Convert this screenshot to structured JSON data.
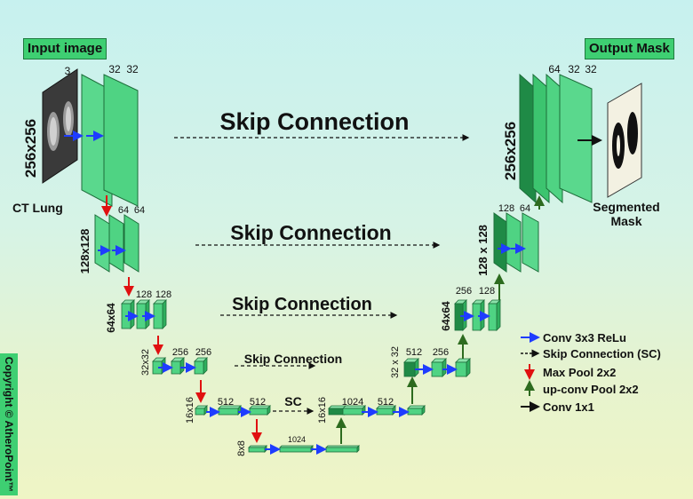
{
  "headers": {
    "input": "Input image",
    "output": "Output Mask"
  },
  "copyright": "Copyright © AtheroPoint™",
  "input_caption": "CT Lung",
  "output_caption": [
    "Segmented",
    "Mask"
  ],
  "skip_labels": [
    "Skip Connection",
    "Skip Connection",
    "Skip Connection",
    "Skip Connection",
    "SC"
  ],
  "dims": [
    "256x256",
    "128x128",
    "64x64",
    "32x32",
    "16x16",
    "8x8",
    "16x16",
    "32 x 32",
    "64x64",
    "128 x 128",
    "256x256"
  ],
  "channels": {
    "enc1": [
      "3",
      "32",
      "32"
    ],
    "enc2": [
      "64",
      "64"
    ],
    "enc3": [
      "128",
      "128"
    ],
    "enc4": [
      "256",
      "256"
    ],
    "enc5": [
      "512",
      "512"
    ],
    "bottleneck": "1024",
    "dec5": [
      "1024",
      "512"
    ],
    "dec4": [
      "512",
      "256"
    ],
    "dec3": [
      "256",
      "128"
    ],
    "dec2": [
      "128",
      "64"
    ],
    "dec1": [
      "64",
      "32",
      "32"
    ]
  },
  "legend": [
    {
      "label": "Conv 3x3 ReLu",
      "kind": "conv",
      "color": "#1e3cff"
    },
    {
      "label": "Skip Connection (SC)",
      "kind": "skip",
      "color": "#111111"
    },
    {
      "label": "Max Pool 2x2",
      "kind": "pool",
      "color": "#e01010"
    },
    {
      "label": "up-conv Pool 2x2",
      "kind": "up",
      "color": "#2d6b1f"
    },
    {
      "label": "Conv 1x1",
      "kind": "conv1",
      "color": "#111111"
    }
  ],
  "colors": {
    "block_light": "#4fd383",
    "block_dark": "#1f8a46",
    "block_edge": "#1d6e3a",
    "conv": "#1e3cff",
    "pool": "#e01010",
    "upconv": "#2d6b1f",
    "header_bg": "#3ecf72"
  },
  "icons": {
    "input_image": "ct-lung-scan-image",
    "output_image": "segmented-lung-mask-image"
  }
}
